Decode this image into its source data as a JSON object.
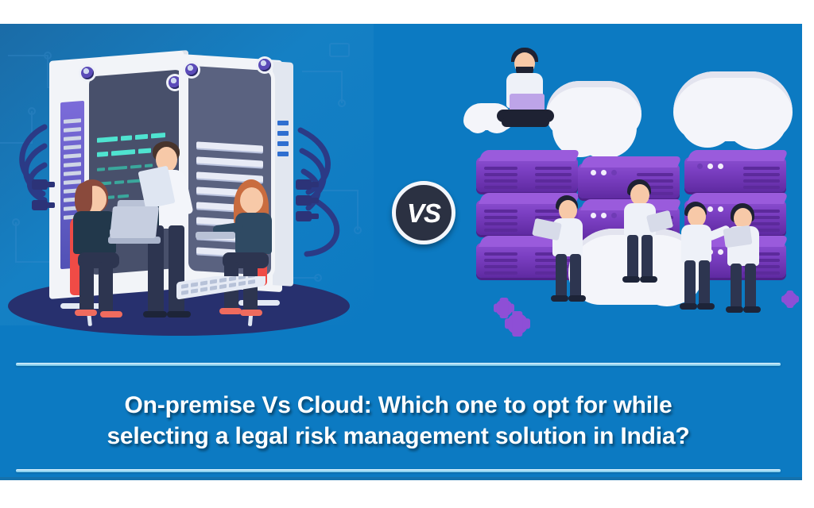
{
  "banner": {
    "background_color": "#0c7ac2",
    "title_lines": [
      "On-premise Vs Cloud: Which one to opt for while",
      "selecting a legal risk management solution in India?"
    ],
    "title_full": "On-premise Vs Cloud: Which one to opt for while selecting a legal risk management solution in India?",
    "versus_label": "VS"
  },
  "left_scene": {
    "name": "on-premise-illustration",
    "caption": "On-premise server room with team working on laptops",
    "server_rack_color": "#f2f4f8",
    "screen_color": "#48506b",
    "code_accent_color": "#4fe3d0",
    "floor_shadow_color": "#27306e",
    "chair_color": "#ef4b46"
  },
  "right_scene": {
    "name": "cloud-illustration",
    "caption": "Purple cloud servers with people and clouds",
    "server_color": "#7b3fc2",
    "cloud_color": "#f4f5fa",
    "gear_color": "#8e4fd6"
  }
}
